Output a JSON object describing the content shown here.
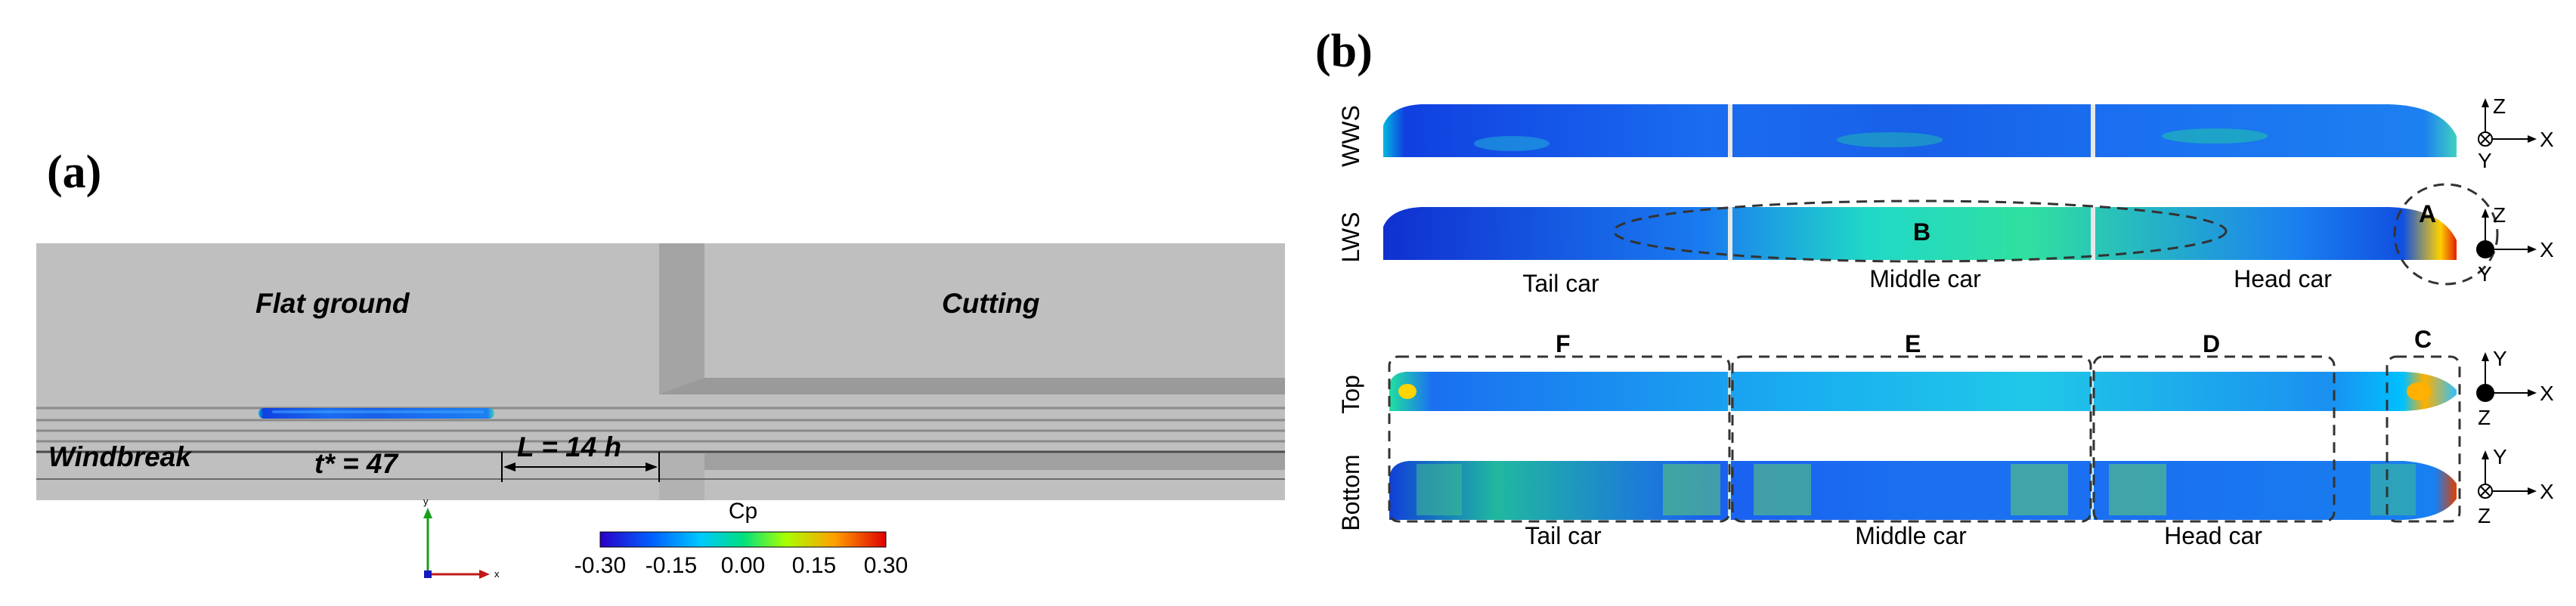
{
  "panel_a": {
    "label": "(a)",
    "flat_ground": "Flat ground",
    "cutting": "Cutting",
    "windbreak": "Windbreak",
    "time": "t* = 47",
    "distance": "L = 14 h",
    "axis_y": "y",
    "axis_x": "x"
  },
  "colorbar": {
    "title": "Cp",
    "ticks": [
      "-0.30",
      "-0.15",
      "0.00",
      "0.15",
      "0.30"
    ],
    "range": [
      -0.3,
      0.3
    ],
    "colors": [
      "#2a00c8",
      "#0060ff",
      "#00c8ff",
      "#00e080",
      "#a8ff00",
      "#ffa000",
      "#e00000"
    ]
  },
  "panel_b": {
    "label": "(b)",
    "rows": [
      "WWS",
      "LWS",
      "Top",
      "Bottom"
    ],
    "regions": {
      "A": "A",
      "B": "B",
      "C": "C",
      "D": "D",
      "E": "E",
      "F": "F"
    },
    "cars_upper": [
      "Tail car",
      "Middle car",
      "Head car"
    ],
    "cars_lower": [
      "Tail car",
      "Middle car",
      "Head car"
    ],
    "axes": {
      "X": "X",
      "Y": "Y",
      "Z": "Z"
    }
  }
}
